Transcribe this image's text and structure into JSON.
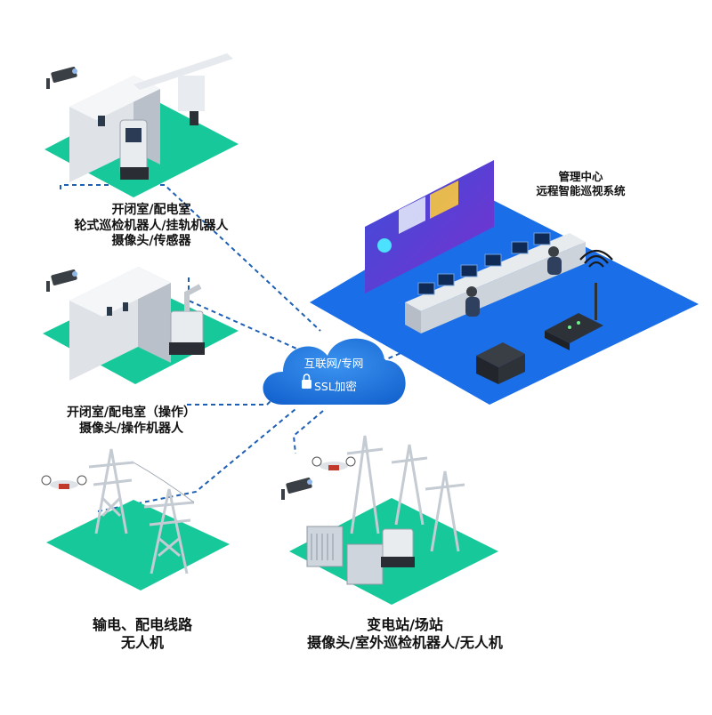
{
  "cloud": {
    "network": "互联网/专网",
    "encryption": "SSL加密"
  },
  "management": {
    "line1": "管理中心",
    "line2": "远程智能巡视系统"
  },
  "room_top": {
    "line1": "开闭室/配电室",
    "line2": "轮式巡检机器人/挂轨机器人",
    "line3": "摄像头/传感器"
  },
  "room_mid": {
    "line1": "开闭室/配电室（操作）",
    "line2": "摄像头/操作机器人"
  },
  "lines": {
    "line1": "输电、配电线路",
    "line2": "无人机"
  },
  "substation": {
    "line1": "变电站/场站",
    "line2": "摄像头/室外巡检机器人/无人机"
  },
  "colors": {
    "teal_platform": "#17c99a",
    "blue_platform": "#1a6ee8",
    "cloud": "#1f7ae0",
    "dash": "#1e5fb3"
  }
}
